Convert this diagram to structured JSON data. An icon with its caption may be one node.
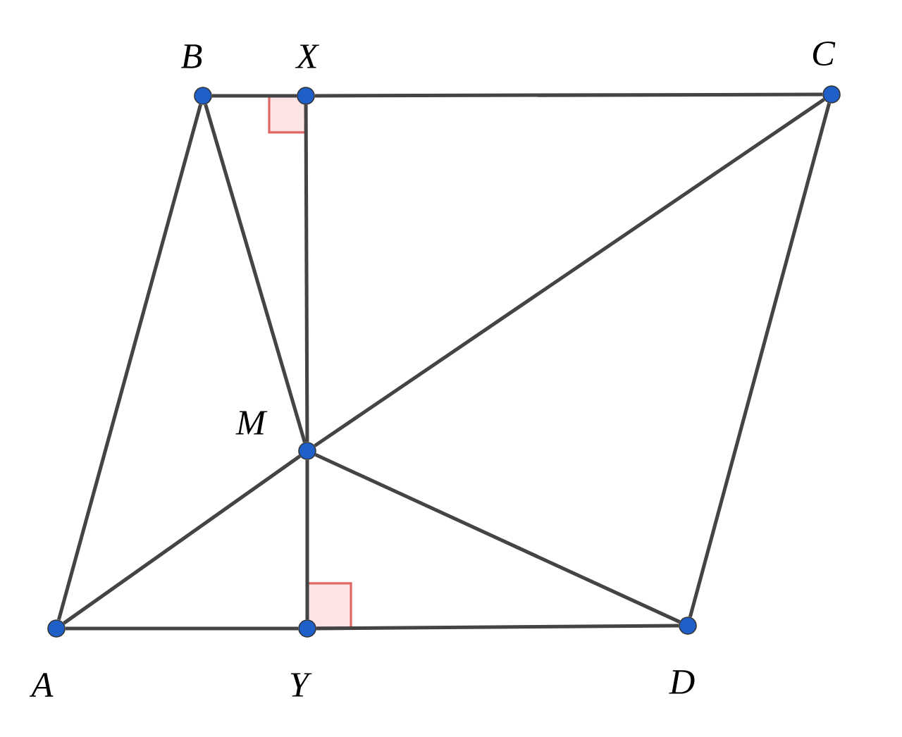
{
  "diagram": {
    "nodes": [
      {
        "text": [
          "A"
        ]
      },
      {
        "text": [
          "B"
        ]
      },
      {
        "text": [
          "X"
        ]
      },
      {
        "text": [
          "C"
        ]
      },
      {
        "text": [
          "M"
        ]
      },
      {
        "text": [
          "Y"
        ]
      },
      {
        "text": [
          "D"
        ]
      }
    ],
    "edges": [
      {
        "from": 0,
        "to": 1,
        "arrow": "none"
      },
      {
        "from": 1,
        "to": 2,
        "arrow": "none"
      },
      {
        "from": 2,
        "to": 3,
        "arrow": "none"
      },
      {
        "from": 3,
        "to": 6,
        "arrow": "none"
      },
      {
        "from": 6,
        "to": 5,
        "arrow": "none"
      },
      {
        "from": 5,
        "to": 0,
        "arrow": "none"
      },
      {
        "from": 0,
        "to": 4,
        "arrow": "none"
      },
      {
        "from": 4,
        "to": 3,
        "arrow": "none"
      },
      {
        "from": 1,
        "to": 4,
        "arrow": "none"
      },
      {
        "from": 4,
        "to": 6,
        "arrow": "none"
      },
      {
        "from": 2,
        "to": 4,
        "arrow": "none"
      },
      {
        "from": 4,
        "to": 5,
        "arrow": "none"
      }
    ]
  }
}
